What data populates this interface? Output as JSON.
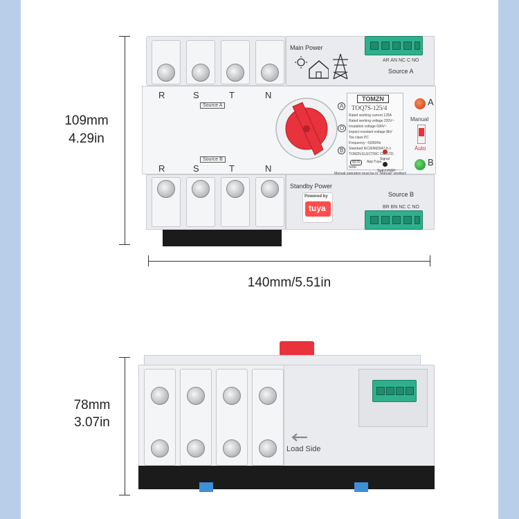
{
  "dimensions": {
    "height": "109mm",
    "height_in": "4.29in",
    "width": "140mm/5.51in",
    "depth": "78mm",
    "depth_in": "3.07in"
  },
  "front_panel": {
    "phases_top": [
      "R",
      "S",
      "T",
      "N"
    ],
    "phases_bottom": [
      "R",
      "S",
      "T",
      "N"
    ],
    "source_a_tag": "Source A",
    "source_b_tag": "Source B",
    "main_power": "Main Power",
    "standby_power": "Standby Power",
    "source_a": "Source A",
    "source_b": "Source B",
    "terminals_a": "AR AN  NC  C  NO",
    "terminals_b": "BR BN  NC  C  NO",
    "brand": "TOMZN",
    "model": "TOQ7S-125/4",
    "spec_lines": [
      "Rated working current   125A",
      "Rated working voltage 220V~",
      "Insulation voltage      690V~",
      "Impact resistant voltage  8kV",
      "Tse class                   PC",
      "Frequency          ~50/60Hz",
      "Standard    IEC/EN60947-6-1",
      "TOMZN ELECTRIC CO.,LTD."
    ],
    "wifi_label": "Wi Fi",
    "app_label": "App:Tuya",
    "signal_label": "Signal",
    "switch_label": "Switch/WIFI",
    "note": "Note:",
    "note_text": "Manual operation must be in \"Manual\" position!",
    "mode_manual": "Manual",
    "mode_auto": "Auto",
    "indicator_a": "A",
    "indicator_b": "B",
    "dial_a": "A",
    "dial_o": "O",
    "dial_b": "B",
    "powered_by": "Powered by",
    "tuya": "tuya"
  },
  "side_view": {
    "load_side": "Load Side"
  },
  "colors": {
    "background": "#b9cfe9",
    "handle_red": "#e8323c",
    "terminal_green": "#2fb08c",
    "body_grey": "#e9ebee"
  }
}
